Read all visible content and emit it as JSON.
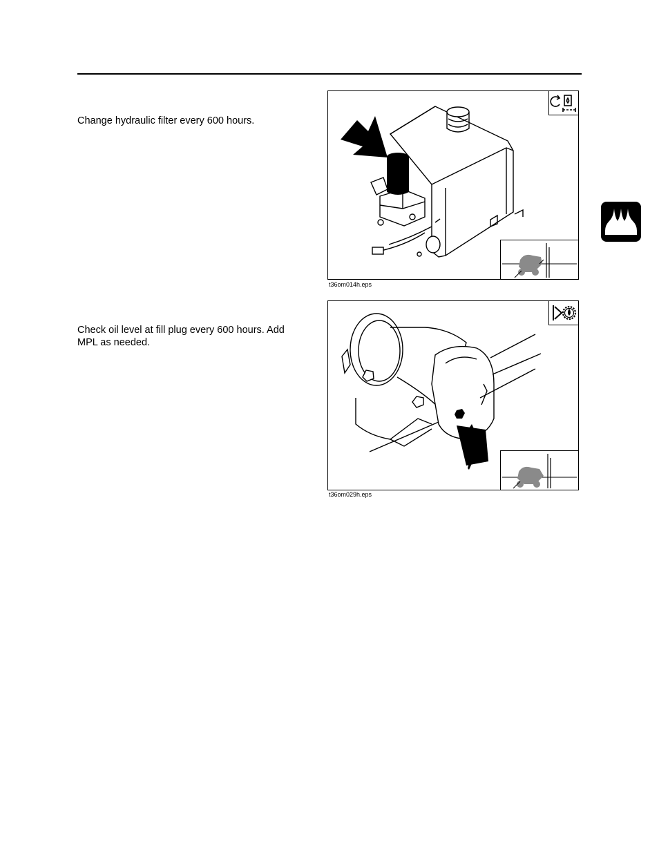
{
  "sections": [
    {
      "instruction": "Change hydraulic filter every 600 hours.",
      "figure_caption": "t36om014h.eps",
      "icon": "change-filter-icon"
    },
    {
      "instruction": "Check oil level at fill plug every 600 hours. Add MPL as needed.",
      "figure_caption": "t36om029h.eps",
      "icon": "check-oil-gear-icon"
    }
  ],
  "side_tab": {
    "icon": "fluid-drops-icon"
  },
  "colors": {
    "ink": "#000000",
    "inset_fill": "#8a8a8a",
    "paper": "#ffffff"
  }
}
